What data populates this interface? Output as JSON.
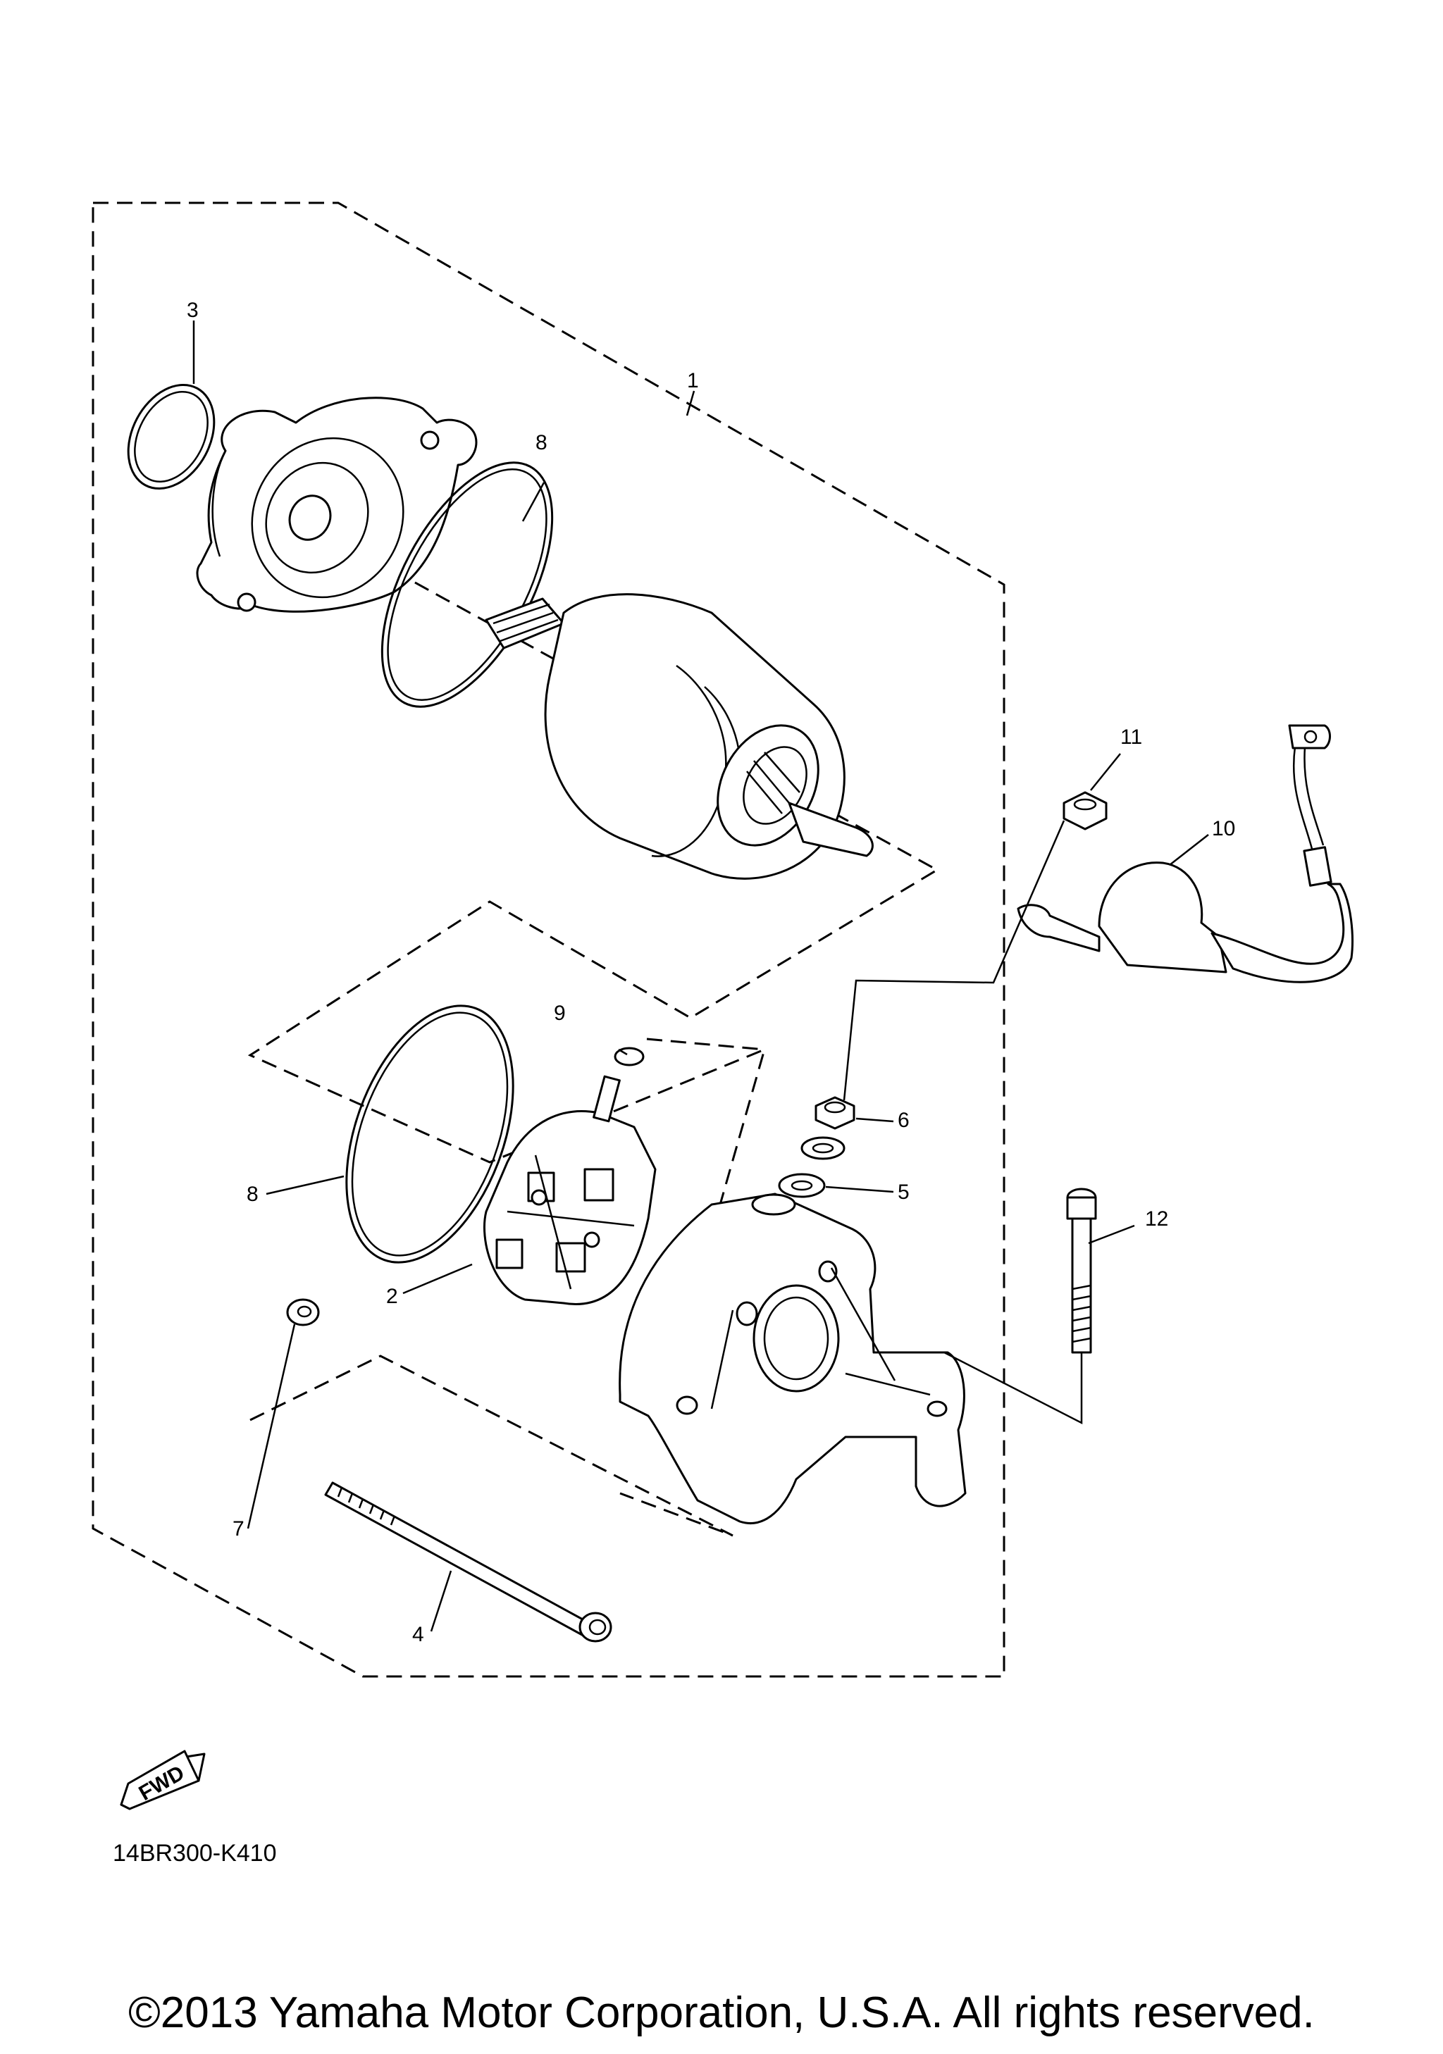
{
  "callouts": {
    "c1": "1",
    "c2": "2",
    "c3": "3",
    "c4": "4",
    "c5": "5",
    "c6": "6",
    "c7": "7",
    "c8a": "8",
    "c8b": "8",
    "c9": "9",
    "c10": "10",
    "c11": "11",
    "c12": "12"
  },
  "fwd_arrow": {
    "label": "FWD",
    "icon": "fwd-arrow-icon"
  },
  "diagram_code": "14BR300-K410",
  "copyright": "©2013 Yamaha Motor Corporation, U.S.A. All rights reserved."
}
